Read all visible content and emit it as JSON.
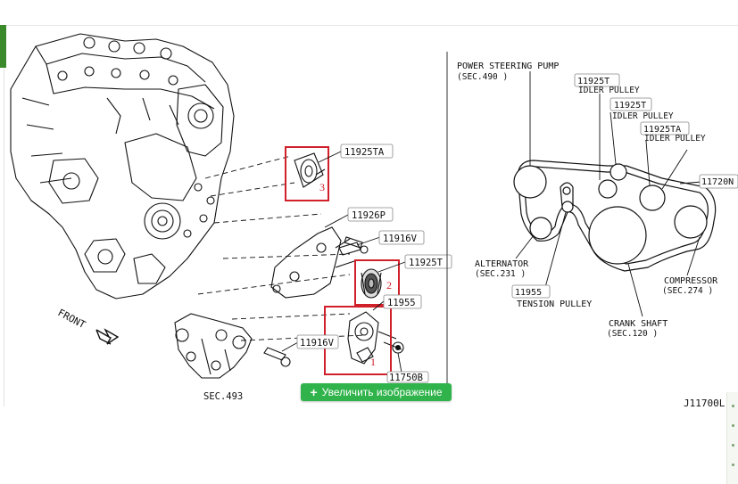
{
  "diagram": {
    "code": "J11700L",
    "front_label": "FRONT",
    "left_callouts": {
      "p1": "11925TA",
      "p2": "11926P",
      "p3": "11916V",
      "p4": "11925T",
      "p5": "11955",
      "p6": "11916V",
      "p7": "11750B"
    },
    "sec493": "SEC.493",
    "markers": [
      "1",
      "2",
      "3"
    ],
    "right_labels": {
      "ps_pump": "POWER STEERING PUMP",
      "ps_sec": "(SEC.490 )",
      "idler1_code": "11925T",
      "idler1_name": "IDLER PULLEY",
      "idler2_code": "11925T",
      "idler2_name": "IDLER PULLEY",
      "idler3_code": "11925TA",
      "idler3_name": "IDLER PULLEY",
      "belt_code": "11720N",
      "alternator": "ALTERNATOR",
      "alt_sec": "(SEC.231 )",
      "tension_code": "11955",
      "tension_name": "TENSION PULLEY",
      "crank": "CRANK SHAFT",
      "crank_sec": "(SEC.120 )",
      "compressor": "COMPRESSOR",
      "comp_sec": "(SEC.274 )"
    }
  },
  "zoom_button": {
    "icon": "plus-icon",
    "label": "Увеличить изображение"
  },
  "colors": {
    "highlight": "#d0202a",
    "button": "#2fb34a",
    "side_bar": "#3a8a2b"
  }
}
